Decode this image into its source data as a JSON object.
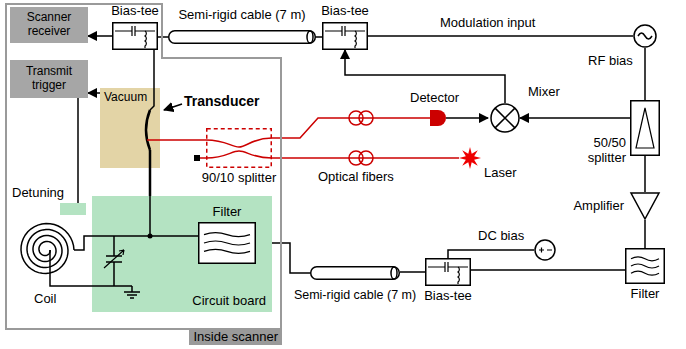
{
  "diagram": {
    "nodes": [
      {
        "text": [
          "Inside scanner"
        ]
      },
      {
        "text": [
          "Scanner receiver"
        ],
        "in": 0
      },
      {
        "text": [
          "Transmit trigger"
        ],
        "in": 0
      },
      {
        "text": [
          "Bias-tee"
        ],
        "in": 0
      },
      {
        "text": [
          "Vacuum"
        ],
        "in": 0
      },
      {
        "text": [
          "Circuit board"
        ],
        "in": 0
      },
      {
        "text": [
          "Filter"
        ],
        "in": 5
      },
      {
        "text": [
          "Semi-rigid cable (7 m)"
        ]
      },
      {
        "text": [
          "Bias-tee"
        ]
      },
      {
        "text": [
          "90/10 splitter"
        ],
        "in": 0
      },
      {
        "text": [
          "Mixer"
        ]
      },
      {
        "text": [
          "RF bias"
        ]
      },
      {
        "text": [
          "50/50 splitter"
        ]
      },
      {
        "text": [
          "Amplifier"
        ]
      },
      {
        "text": [
          "Filter"
        ]
      },
      {
        "text": [
          "DC bias"
        ]
      },
      {
        "text": [
          "Bias-tee"
        ]
      },
      {
        "text": [
          "Semi-rigid cable (7 m)"
        ]
      }
    ],
    "edges": [
      {
        "from": 3,
        "to": 1,
        "arrow": "to"
      },
      {
        "from": 3,
        "to": 7,
        "arrow": "none"
      },
      {
        "from": 7,
        "to": 8,
        "arrow": "none"
      },
      {
        "from": 8,
        "to": 11,
        "label": "Modulation input",
        "arrow": "none"
      },
      {
        "from": 3,
        "to": 4,
        "arrow": "none"
      },
      {
        "from": 4,
        "to": 2,
        "arrow": "to"
      },
      {
        "from": 4,
        "to": 9,
        "arrow": "none"
      },
      {
        "from": 4,
        "to": 5,
        "arrow": "none"
      },
      {
        "from": 10,
        "to": 8,
        "arrow": "to"
      },
      {
        "from": 11,
        "to": 12,
        "arrow": "none"
      },
      {
        "from": 12,
        "to": 10,
        "arrow": "to"
      },
      {
        "from": 12,
        "to": 13,
        "arrow": "none"
      },
      {
        "from": 13,
        "to": 14,
        "arrow": "none"
      },
      {
        "from": 14,
        "to": 16,
        "arrow": "none"
      },
      {
        "from": 15,
        "to": 16,
        "arrow": "none"
      },
      {
        "from": 16,
        "to": 17,
        "arrow": "none"
      },
      {
        "from": 17,
        "to": 6,
        "arrow": "none"
      }
    ],
    "labels": [
      "Transducer",
      "Detector",
      "Optical fibers",
      "Laser",
      "Detuning",
      "Coil"
    ]
  }
}
